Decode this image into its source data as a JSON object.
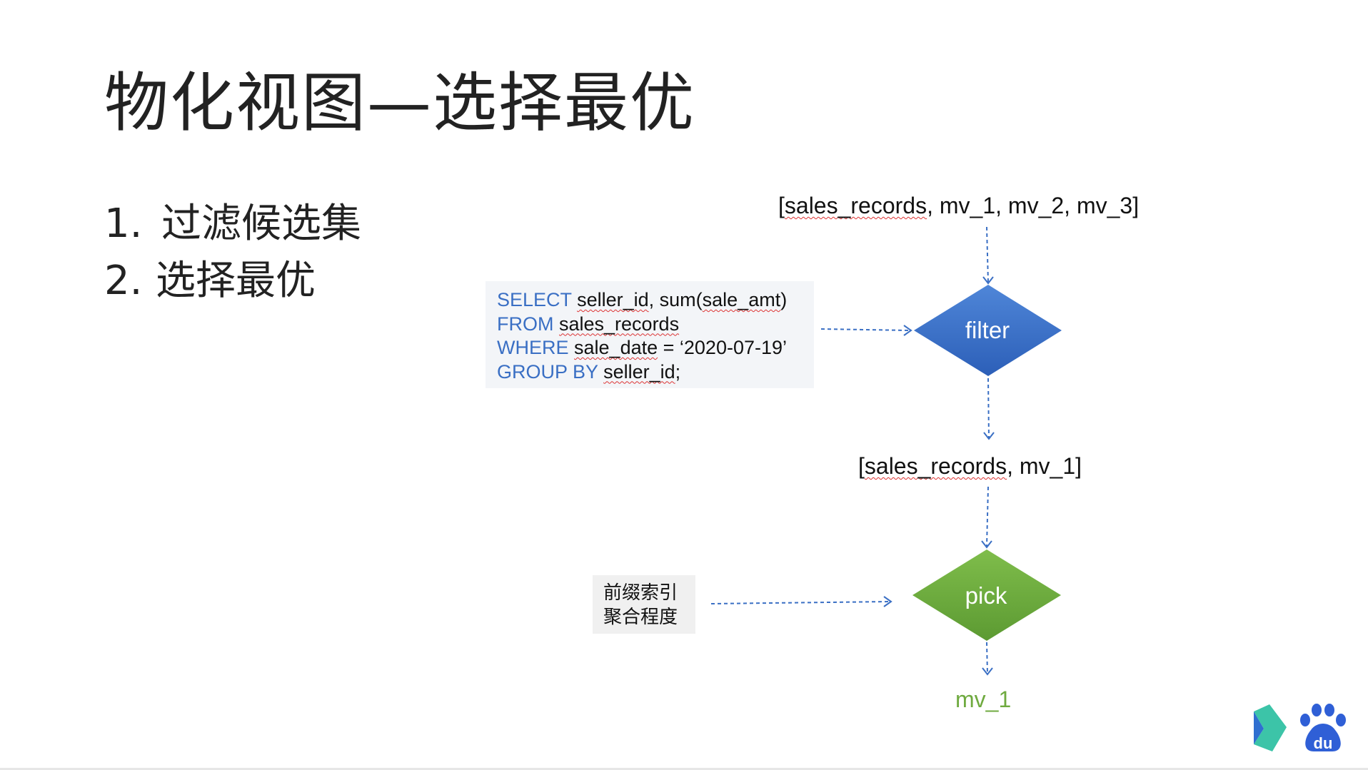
{
  "slide": {
    "title": "物化视图—选择最优",
    "list": [
      {
        "num": "1.",
        "text": "过滤候选集"
      },
      {
        "num": "2.",
        "text": "选择最优"
      }
    ]
  },
  "diagram": {
    "top_label": {
      "open": "[",
      "item1": "sales_records",
      "rest": ", mv_1, mv_2, mv_3]"
    },
    "filter_label": "filter",
    "mid_label": {
      "open": "[",
      "item1": "sales_records",
      "rest": ", mv_1]"
    },
    "pick_label": "pick",
    "result_label": "mv_1",
    "sql": {
      "line1_kw": "SELECT",
      "line1_a": "seller_id",
      "line1_b": ", sum(",
      "line1_c": "sale_amt",
      "line1_d": ")",
      "line2_kw": "FROM",
      "line2_a": "sales_records",
      "line3_kw": "WHERE",
      "line3_a": "sale_date",
      "line3_b": " = ‘2020-07-19’",
      "line4_kw": "GROUP BY",
      "line4_a": "seller_id",
      "line4_b": ";"
    },
    "criteria": [
      "前缀索引",
      "聚合程度"
    ]
  },
  "colors": {
    "keyword": "#3a6fc4",
    "filter_diamond": "#3a6fc4",
    "pick_diamond": "#6faa3f",
    "arrow": "#3a6fc4",
    "result_text": "#6faa3f"
  },
  "icons": [
    "arrow-logo-icon",
    "baidu-paw-icon"
  ]
}
